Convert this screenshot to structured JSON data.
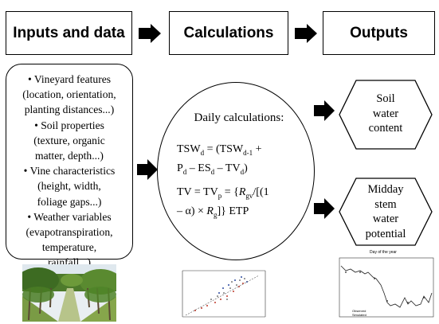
{
  "headers": {
    "inputs": "Inputs and data",
    "calculations": "Calculations",
    "outputs": "Outputs"
  },
  "inputs_list": [
    "• Vineyard features",
    "(location, orientation,",
    "planting distances...)",
    "• Soil properties",
    "(texture, organic",
    "matter, depth...)",
    "• Vine characteristics",
    "(height, width,",
    "foliage gaps...)",
    "• Weather variables",
    "(evapotranspiration,",
    "temperature,",
    "rainfall...)"
  ],
  "calculations": {
    "title": "Daily calculations:",
    "eq1_line1": "TSW_d = (TSW_d-1 +",
    "eq1_line2": "P_d – ES_d – TV_d)",
    "eq2_line1": "TV = TV_p = {R_gv/[(1",
    "eq2_line2": "– α) × R_g]} ETP"
  },
  "outputs": [
    {
      "lines": [
        "Soil",
        "water",
        "content"
      ]
    },
    {
      "lines": [
        "Midday",
        "stem",
        "water",
        "potential"
      ]
    }
  ],
  "thumbnails": {
    "vineyard_photo": "vineyard-photo",
    "scatter_plot": "scatter-plot-thumbnail",
    "line_plot_title": "Day of the year",
    "line_plot_legend": [
      "Observed",
      "Simulated"
    ]
  }
}
